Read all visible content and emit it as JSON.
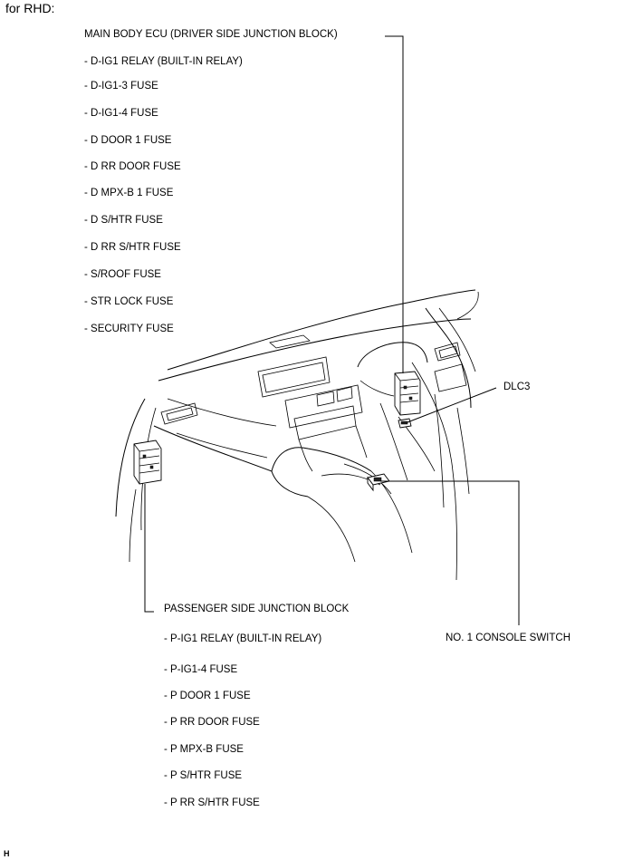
{
  "header": {
    "text": "for RHD:"
  },
  "driver_block": {
    "title": "MAIN BODY ECU (DRIVER SIDE JUNCTION BLOCK)",
    "items": [
      "- D-IG1 RELAY (BUILT-IN RELAY)",
      "- D-IG1-3 FUSE",
      "- D-IG1-4 FUSE",
      "- D DOOR 1 FUSE",
      "- D RR DOOR FUSE",
      "- D MPX-B 1 FUSE",
      "- D S/HTR FUSE",
      "- D RR S/HTR FUSE",
      "- S/ROOF FUSE",
      "- STR LOCK FUSE",
      "- SECURITY FUSE"
    ]
  },
  "dlc3": {
    "label": "DLC3"
  },
  "passenger_block": {
    "title": "PASSENGER SIDE JUNCTION BLOCK",
    "items": [
      "- P-IG1 RELAY (BUILT-IN RELAY)",
      "- P-IG1-4 FUSE",
      "- P DOOR 1 FUSE",
      "- P RR DOOR FUSE",
      "- P MPX-B FUSE",
      "- P S/HTR FUSE",
      "- P RR S/HTR FUSE"
    ]
  },
  "console_switch": {
    "label": "NO. 1 CONSOLE SWITCH"
  },
  "figure_code": "H"
}
